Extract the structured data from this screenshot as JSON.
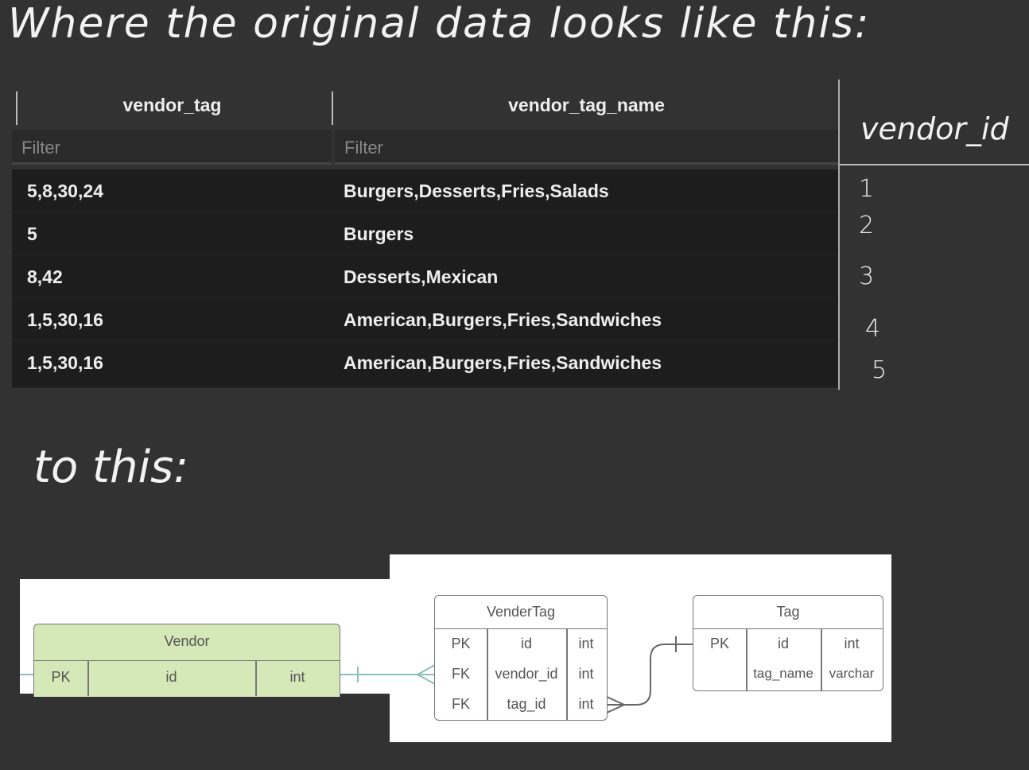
{
  "heading": "Where the original data looks like this:",
  "table": {
    "columns": [
      "vendor_tag",
      "vendor_tag_name"
    ],
    "filter_placeholder": "Filter",
    "rows": [
      [
        "5,8,30,24",
        "Burgers,Desserts,Fries,Salads"
      ],
      [
        "5",
        "Burgers"
      ],
      [
        "8,42",
        "Desserts,Mexican"
      ],
      [
        "1,5,30,16",
        "American,Burgers,Fries,Sandwiches"
      ],
      [
        "1,5,30,16",
        "American,Burgers,Fries,Sandwiches"
      ]
    ]
  },
  "annotation": {
    "label": "vendor_id",
    "values": [
      "1",
      "2",
      "3",
      "4",
      "5"
    ]
  },
  "subheading": "to this:",
  "diagram": {
    "vendor": {
      "title": "Vendor",
      "key": "PK",
      "field": "id",
      "type": "int"
    },
    "vendertag": {
      "title": "VenderTag",
      "rows": [
        [
          "PK",
          "id",
          "int"
        ],
        [
          "FK",
          "vendor_id",
          "int"
        ],
        [
          "FK",
          "tag_id",
          "int"
        ]
      ]
    },
    "tag": {
      "title": "Tag",
      "key": "PK",
      "fields": [
        [
          "id",
          "int"
        ],
        [
          "tag_name",
          "varchar"
        ]
      ]
    }
  },
  "colors": {
    "bg": "#323232",
    "vendor_fill": "#d5e8b8",
    "connector": "#8cc0b8"
  }
}
